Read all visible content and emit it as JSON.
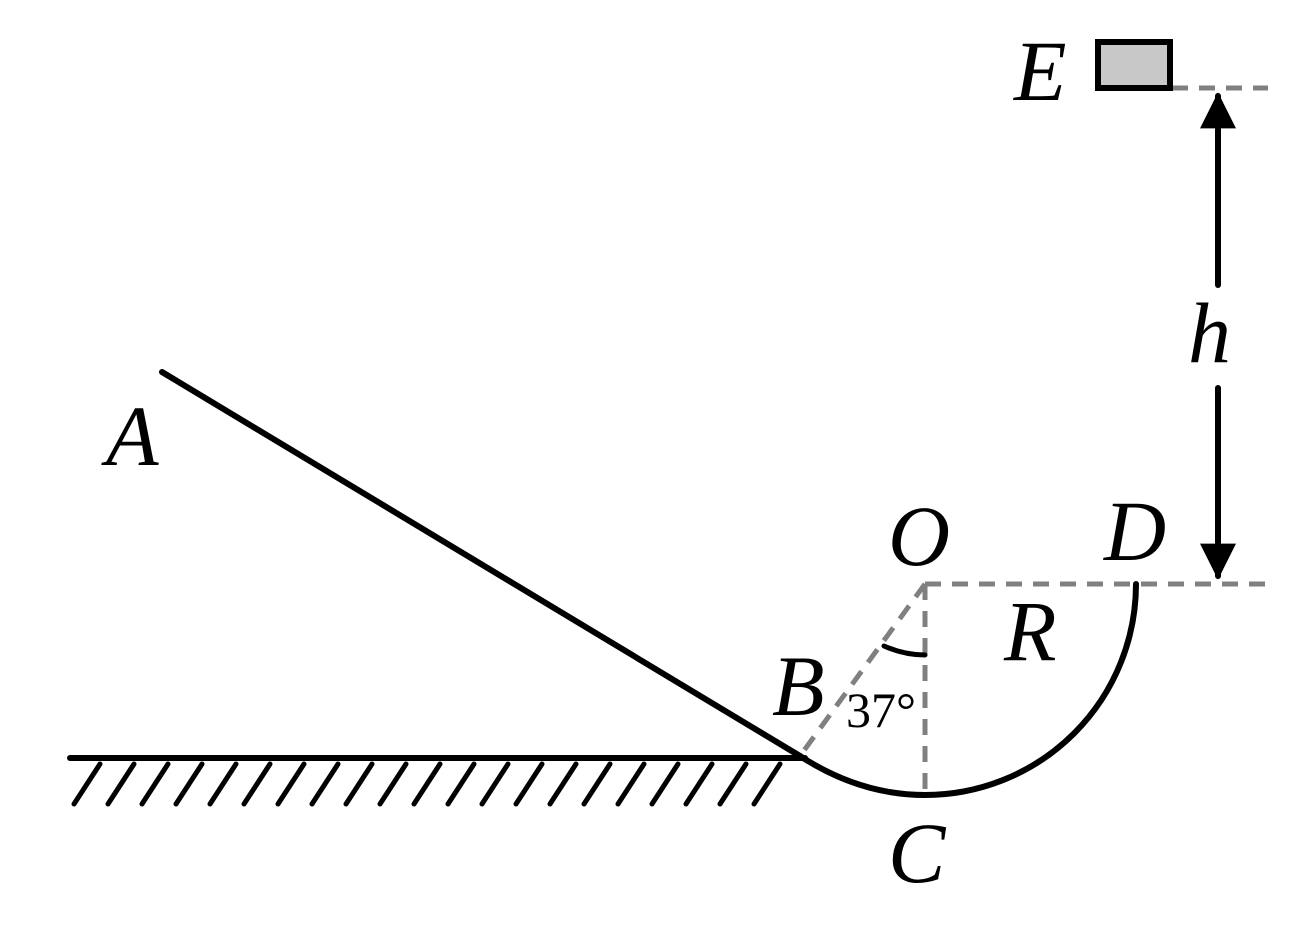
{
  "labels": {
    "A": "A",
    "B": "B",
    "C": "C",
    "D": "D",
    "O": "O",
    "E": "E",
    "R": "R",
    "h": "h"
  },
  "angle_label": "37°",
  "colors": {
    "line": "#000000",
    "guide": "#808080",
    "block_fill": "#c8c8c8"
  }
}
